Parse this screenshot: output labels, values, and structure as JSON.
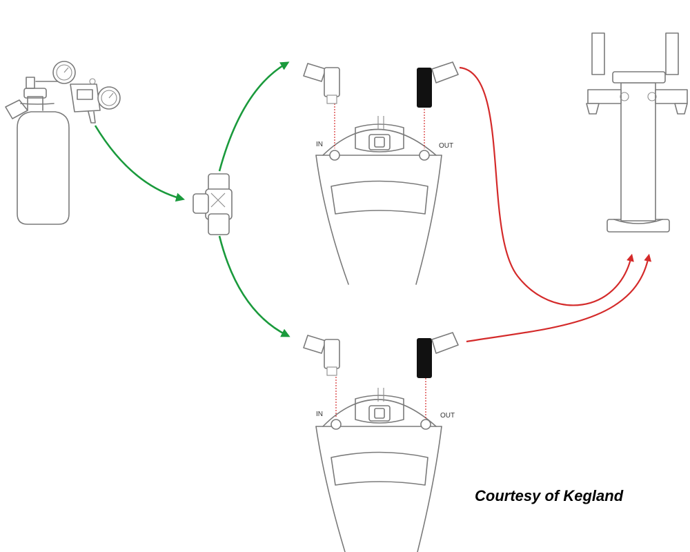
{
  "credit": "Courtesy of Kegland",
  "keg_top": {
    "in_label": "IN",
    "out_label": "OUT"
  },
  "keg_bottom": {
    "in_label": "IN",
    "out_label": "OUT"
  },
  "colors": {
    "gas_line": "#1a9a3c",
    "beer_line": "#d42a2a",
    "outline": "#7a7a7a",
    "disconnect_black": "#111111"
  },
  "components": [
    "co2-cylinder-with-regulator",
    "tee-fitting",
    "keg-top",
    "keg-bottom",
    "double-tap-tower"
  ]
}
